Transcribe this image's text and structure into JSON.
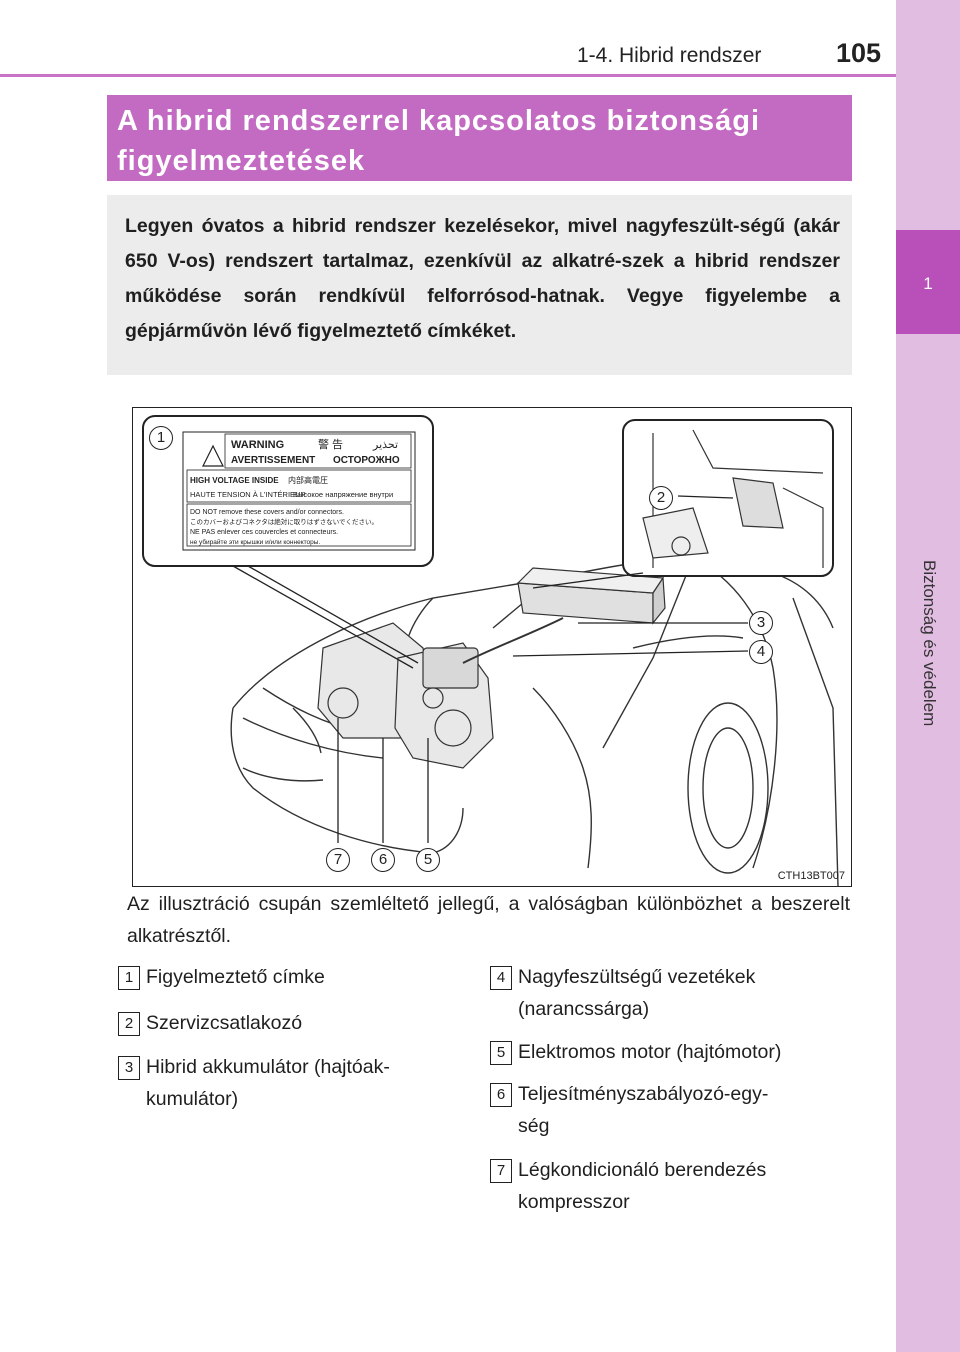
{
  "header": {
    "section_title": "1-4. Hibrid rendszer",
    "page_number": "105"
  },
  "side_tab": {
    "chapter_number": "1",
    "chapter_title": "Biztonság és védelem"
  },
  "title": "A hibrid rendszerrel kapcsolatos biztonsági figyelmeztetések",
  "intro": "Legyen óvatos a hibrid rendszer kezelésekor, mivel nagyfeszült-ségű (akár 650 V-os) rendszert tartalmaz, ezenkívül az alkatré-szek a hibrid rendszer működése során rendkívül felforrósod-hatnak. Vegye figyelembe a gépjárművön lévő figyelmeztető címkéket.",
  "figure": {
    "code": "CTH13BT007",
    "callouts": [
      "1",
      "2",
      "3",
      "4",
      "5",
      "6",
      "7"
    ],
    "warning_label": {
      "line_warning": "WARNING",
      "line_warning_jp": "警 告",
      "line_warning_ar": "تحذير",
      "line_avert": "AVERTISSEMENT",
      "line_avert_ru": "ОСТОРОЖНО",
      "line_hv": "HIGH VOLTAGE INSIDE",
      "line_hv_jp": "内部高電圧",
      "line_ht": "HAUTE TENSION À L'INTÉRIEUR",
      "line_ht_ru": "Высокое напряжение внутри",
      "line_do_not": "DO NOT remove these covers and/or connectors.",
      "line_jp2": "このカバーおよびコネクタは絶対に取りはずさないでください。",
      "line_ne_pas": "NE PAS enlever ces couvercles et connecteurs.",
      "line_ru2": "не убирайте эти крышки и/или коннекторы."
    }
  },
  "caption": "Az illusztráció csupán szemléltető jellegű, a valóságban különbözhet a beszerelt alkatrésztől.",
  "legend": [
    {
      "num": "1",
      "text": "Figyelmeztető címke"
    },
    {
      "num": "2",
      "text": "Szervizcsatlakozó"
    },
    {
      "num": "3",
      "text": "Hibrid akkumulátor (hajtóak-",
      "text2": "kumulátor)"
    },
    {
      "num": "4",
      "text": "Nagyfeszültségű vezetékek",
      "text2": "(narancssárga)"
    },
    {
      "num": "5",
      "text": "Elektromos motor (hajtómotor)"
    },
    {
      "num": "6",
      "text": "Teljesítményszabályozó-egy-",
      "text2": "ség"
    },
    {
      "num": "7",
      "text": "Légkondicionáló berendezés",
      "text2": "kompresszor"
    }
  ]
}
